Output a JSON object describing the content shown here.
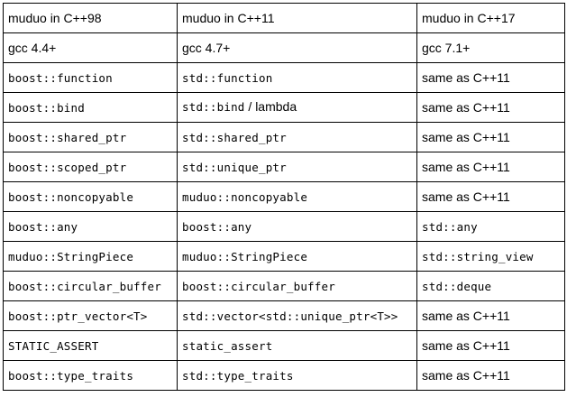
{
  "header": [
    "muduo in C++98",
    "muduo in C++11",
    "muduo in C++17"
  ],
  "compilers": [
    "gcc 4.4+",
    "gcc 4.7+",
    "gcc 7.1+"
  ],
  "rows": [
    [
      "boost::function",
      "std::function",
      "same as C++11"
    ],
    [
      "boost::bind",
      {
        "code": "std::bind",
        "text": " / lambda"
      },
      "same as C++11"
    ],
    [
      "boost::shared_ptr",
      "std::shared_ptr",
      "same as C++11"
    ],
    [
      "boost::scoped_ptr",
      "std::unique_ptr",
      "same as C++11"
    ],
    [
      "boost::noncopyable",
      "muduo::noncopyable",
      "same as C++11"
    ],
    [
      "boost::any",
      "boost::any",
      "std::any"
    ],
    [
      "muduo::StringPiece",
      "muduo::StringPiece",
      "std::string_view"
    ],
    [
      "boost::circular_buffer",
      "boost::circular_buffer",
      "std::deque"
    ],
    [
      "boost::ptr_vector<T>",
      "std::vector<std::unique_ptr<T>>",
      "same as C++11"
    ],
    [
      "STATIC_ASSERT",
      "static_assert",
      "same as C++11"
    ],
    [
      "boost::type_traits",
      "std::type_traits",
      "same as C++11"
    ]
  ]
}
